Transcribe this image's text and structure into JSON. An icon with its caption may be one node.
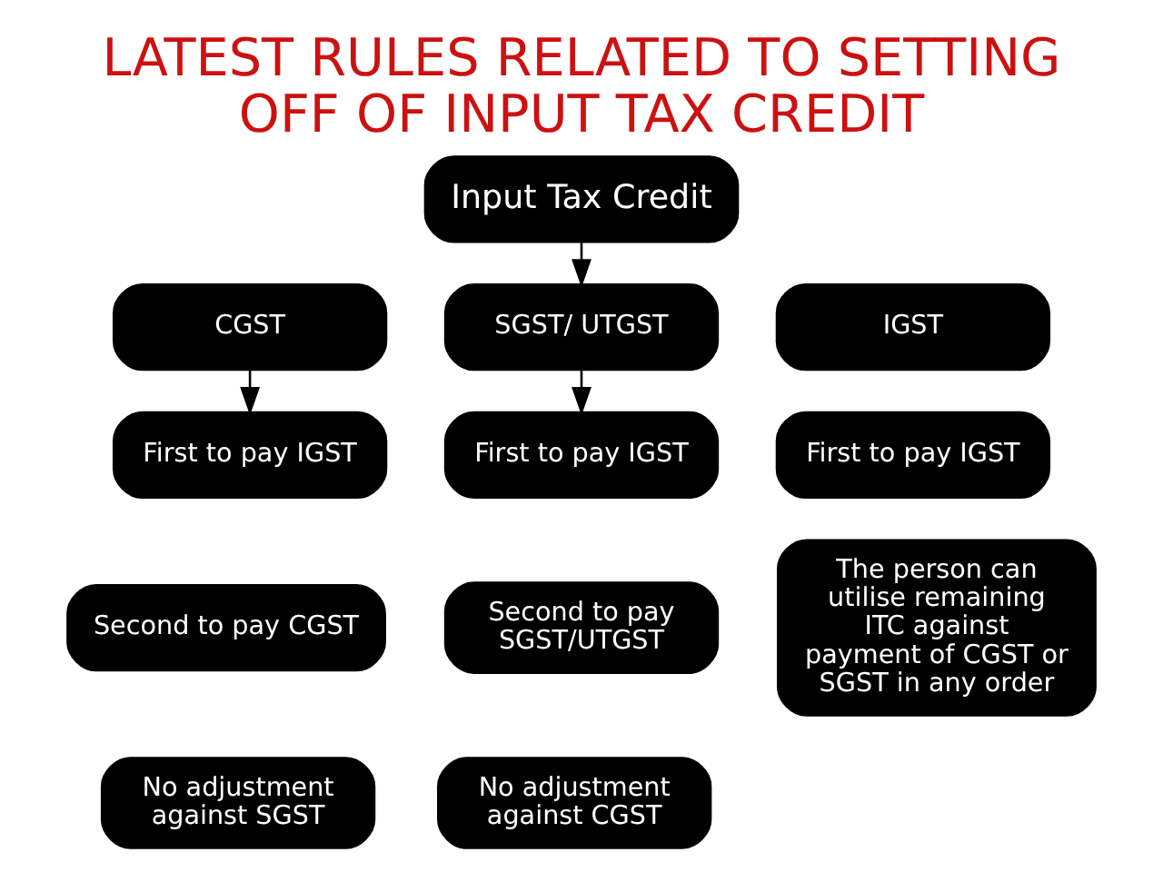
{
  "diagram": {
    "title": "LATEST RULES RELATED TO SETTING OFF OF INPUT TAX CREDIT",
    "nodes": [
      {
        "text": [
          "Input Tax Credit"
        ]
      },
      {
        "text": [
          "CGST"
        ]
      },
      {
        "text": [
          "SGST/ UTGST"
        ]
      },
      {
        "text": [
          "IGST"
        ]
      },
      {
        "text": [
          "First to pay IGST"
        ]
      },
      {
        "text": [
          "Second to pay CGST"
        ]
      },
      {
        "text": [
          "No adjustment against SGST"
        ]
      },
      {
        "text": [
          "First to pay IGST"
        ]
      },
      {
        "text": [
          "Second to pay SGST/UTGST"
        ]
      },
      {
        "text": [
          "No adjustment against CGST"
        ]
      },
      {
        "text": [
          "First to pay IGST"
        ]
      },
      {
        "text": [
          "The person can utilise remaining ITC against payment of CGST or SGST in any order"
        ]
      }
    ],
    "edges": [
      {
        "from": 0,
        "to": 2,
        "arrow": "to"
      },
      {
        "from": 1,
        "to": 4,
        "arrow": "to"
      },
      {
        "from": 2,
        "to": 7,
        "arrow": "to"
      }
    ]
  }
}
